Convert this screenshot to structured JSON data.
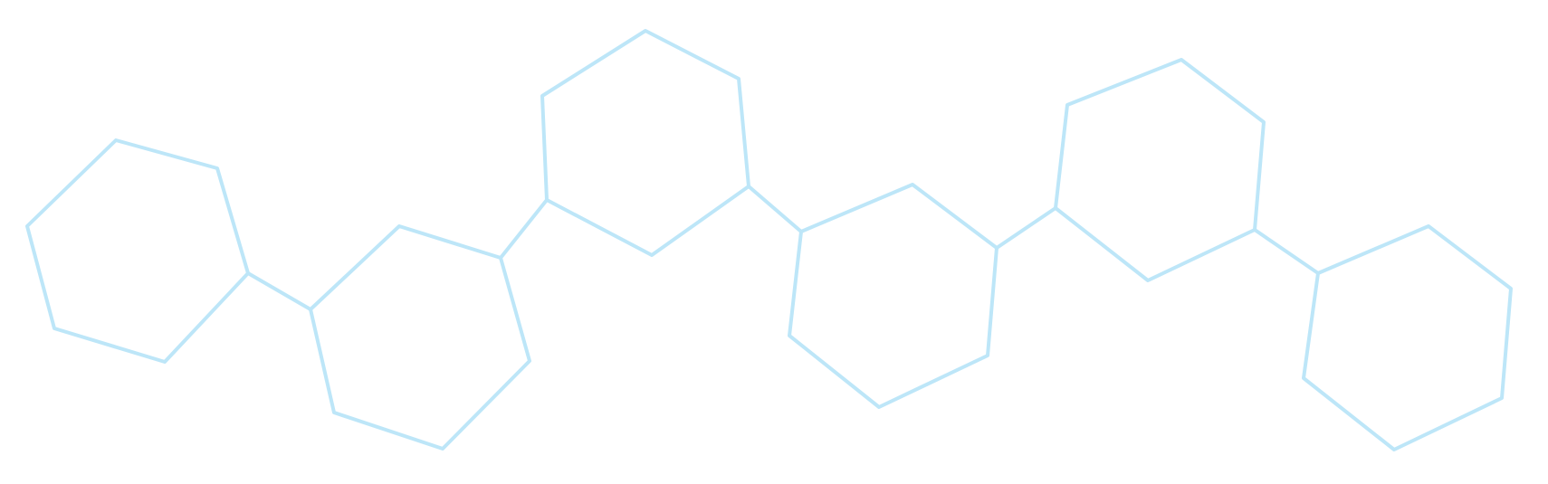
{
  "diagram": {
    "kind": "molecular-structure",
    "description_visible_text": "",
    "stroke_color": "#bde6f8",
    "background_color": "#ffffff",
    "ring_count": 6,
    "ring_shape": "hexagon",
    "linker_bond_count": 5,
    "labels": []
  }
}
